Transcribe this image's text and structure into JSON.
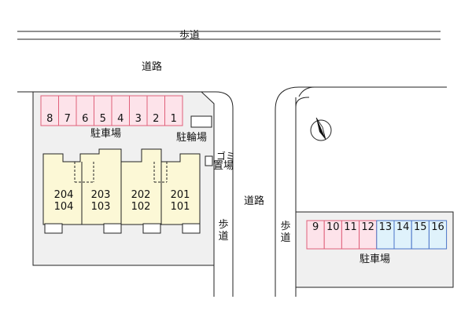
{
  "labels": {
    "sidewalk_top": "歩道",
    "road_top": "道路",
    "road_middle": "道路",
    "sidewalk_left": "歩道",
    "sidewalk_right": "歩道",
    "parking_left": "駐車場",
    "parking_right": "駐車場",
    "bicycle_parking": "駐輪場",
    "garbage_line1": "ゴミ",
    "garbage_line2": "置場"
  },
  "parking_left_slots": [
    "8",
    "7",
    "6",
    "5",
    "4",
    "3",
    "2",
    "1"
  ],
  "parking_right_slots": [
    "9",
    "10",
    "11",
    "12",
    "13",
    "14",
    "15",
    "16"
  ],
  "units": [
    {
      "upper": "204",
      "lower": "104"
    },
    {
      "upper": "203",
      "lower": "103"
    },
    {
      "upper": "202",
      "lower": "102"
    },
    {
      "upper": "201",
      "lower": "101"
    }
  ],
  "colors": {
    "parking_pink_fill": "#fde3ea",
    "parking_pink_stroke": "#e0607a",
    "parking_blue_fill": "#dff2fb",
    "parking_blue_stroke": "#4a74c8",
    "building_fill": "#fcf8d6",
    "lot_fill": "#f0f0f0"
  },
  "icons": {
    "compass": "north-arrow-icon"
  }
}
